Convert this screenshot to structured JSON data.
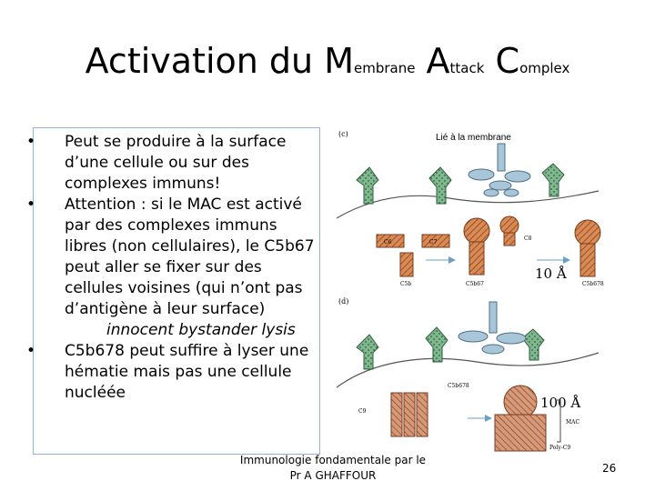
{
  "slide": {
    "title": {
      "part1": "Activation du M",
      "part2": "embrane",
      "part3": " A",
      "part4": "ttack",
      "part5": " C",
      "part6": "omplex"
    },
    "bullets": {
      "b1": "Peut se produire à la surface d’une cellule ou sur des complexes immuns!",
      "b2": "Attention : si le MAC est activé par des complexes immuns libres (non cellulaires), le C5b67 peut aller se fixer sur des cellules voisines (qui n’ont pas d’antigène à leur surface)",
      "b2_italic": "innocent bystander lysis",
      "b3": "C5b678 peut suffire à lyser une hématie mais pas une cellule nucléée",
      "marker": "•"
    },
    "figure": {
      "panel_c": "(c)",
      "panel_d": "(d)",
      "membrane_label": "Lié à la membrane",
      "c6": "C6",
      "c7": "C7",
      "c8": "C8",
      "c9": "C9",
      "c5b": "C5b",
      "c5b67": "C5b67",
      "c5b678": "C5b678",
      "c5b678_d": "C5b678",
      "poly_c9": "Poly-C9",
      "mac": "MAC",
      "size_10": "10 Å",
      "size_100": "100 Å"
    },
    "footer": "Immunologie fondamentale par le Pr A GHAFFOUR",
    "page_number": "26"
  }
}
